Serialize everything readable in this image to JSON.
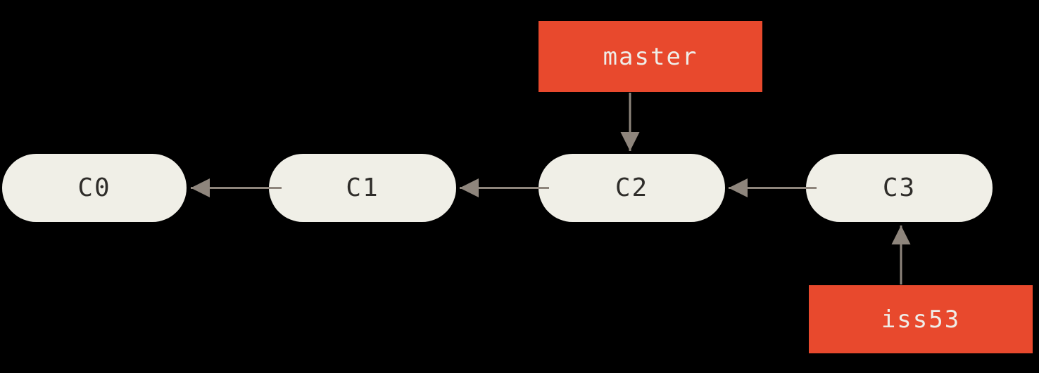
{
  "diagram": {
    "kind": "git-commit-history-graph",
    "background_color": "#000000",
    "node_fill_color": "#f0efe7",
    "node_text_color": "#2f2d2a",
    "arrow_color": "#8e857c",
    "branch_fill_color": "#e8492d",
    "branch_text_color": "#efede8",
    "commits": [
      {
        "id": "C0",
        "parent": null
      },
      {
        "id": "C1",
        "parent": "C0"
      },
      {
        "id": "C2",
        "parent": "C1"
      },
      {
        "id": "C3",
        "parent": "C2"
      }
    ],
    "edges": [
      {
        "from": "C1",
        "to": "C0"
      },
      {
        "from": "C2",
        "to": "C1"
      },
      {
        "from": "C3",
        "to": "C2"
      },
      {
        "from": "master",
        "to": "C2"
      },
      {
        "from": "iss53",
        "to": "C3"
      }
    ],
    "branches": [
      {
        "name": "master",
        "points_to": "C2"
      },
      {
        "name": "iss53",
        "points_to": "C3"
      }
    ]
  }
}
